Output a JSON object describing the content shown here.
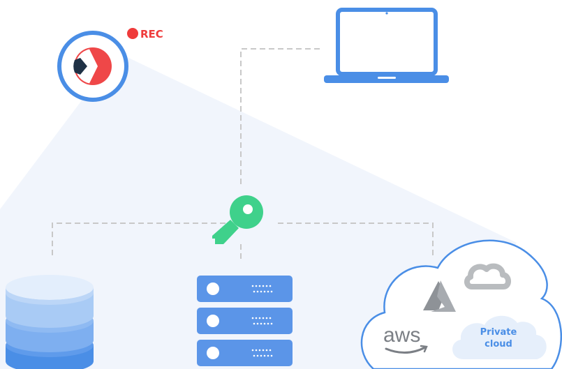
{
  "recording_badge": {
    "label": "REC",
    "color": "#ef3b3b"
  },
  "app_logo": {
    "icon": "play-chevron-logo-icon",
    "ring_color": "#4a8ee6"
  },
  "laptop": {
    "icon": "laptop-icon",
    "color": "#4a8ee6"
  },
  "key": {
    "icon": "key-icon",
    "color": "#3fd18b"
  },
  "database": {
    "icon": "database-icon"
  },
  "server": {
    "icon": "server-rack-icon",
    "color": "#5b95e8",
    "unit_count": 3
  },
  "cloud": {
    "providers": [
      {
        "name": "aws",
        "label": "aws",
        "icon": "aws-icon"
      },
      {
        "name": "azure",
        "icon": "azure-icon"
      },
      {
        "name": "google-cloud",
        "icon": "google-cloud-icon"
      }
    ],
    "private_cloud": {
      "line1": "Private",
      "line2": "cloud"
    }
  },
  "colors": {
    "accent_blue": "#4a8ee6",
    "connector_gray": "#c8c8c8",
    "key_green": "#3fd18b",
    "rec_red": "#ef3b3b",
    "beam_fill": "#eef3fb"
  }
}
